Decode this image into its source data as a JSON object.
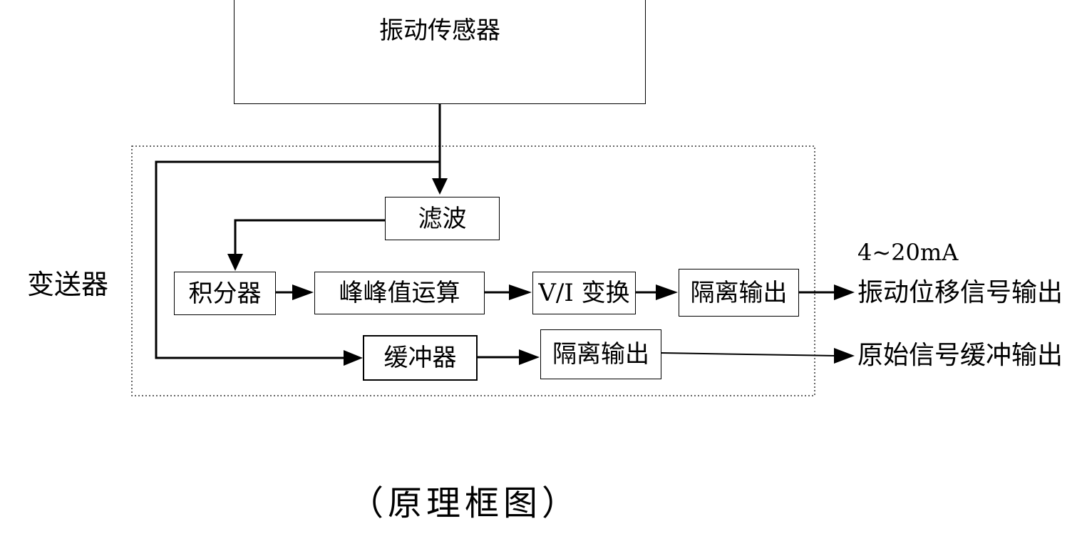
{
  "sensor_label": "振动传感器",
  "transmitter_label": "变送器",
  "blocks": {
    "filter": "滤波",
    "integrator": "积分器",
    "peak_to_peak": "峰峰值运算",
    "vi_convert": "V/I 变换",
    "isolated_output_1": "隔离输出",
    "buffer": "缓冲器",
    "isolated_output_2": "隔离输出"
  },
  "outputs": {
    "current_range": "4~20mA",
    "displacement_output": "振动位移信号输出",
    "raw_buffer_output": "原始信号缓冲输出"
  },
  "caption": "（原理框图）"
}
